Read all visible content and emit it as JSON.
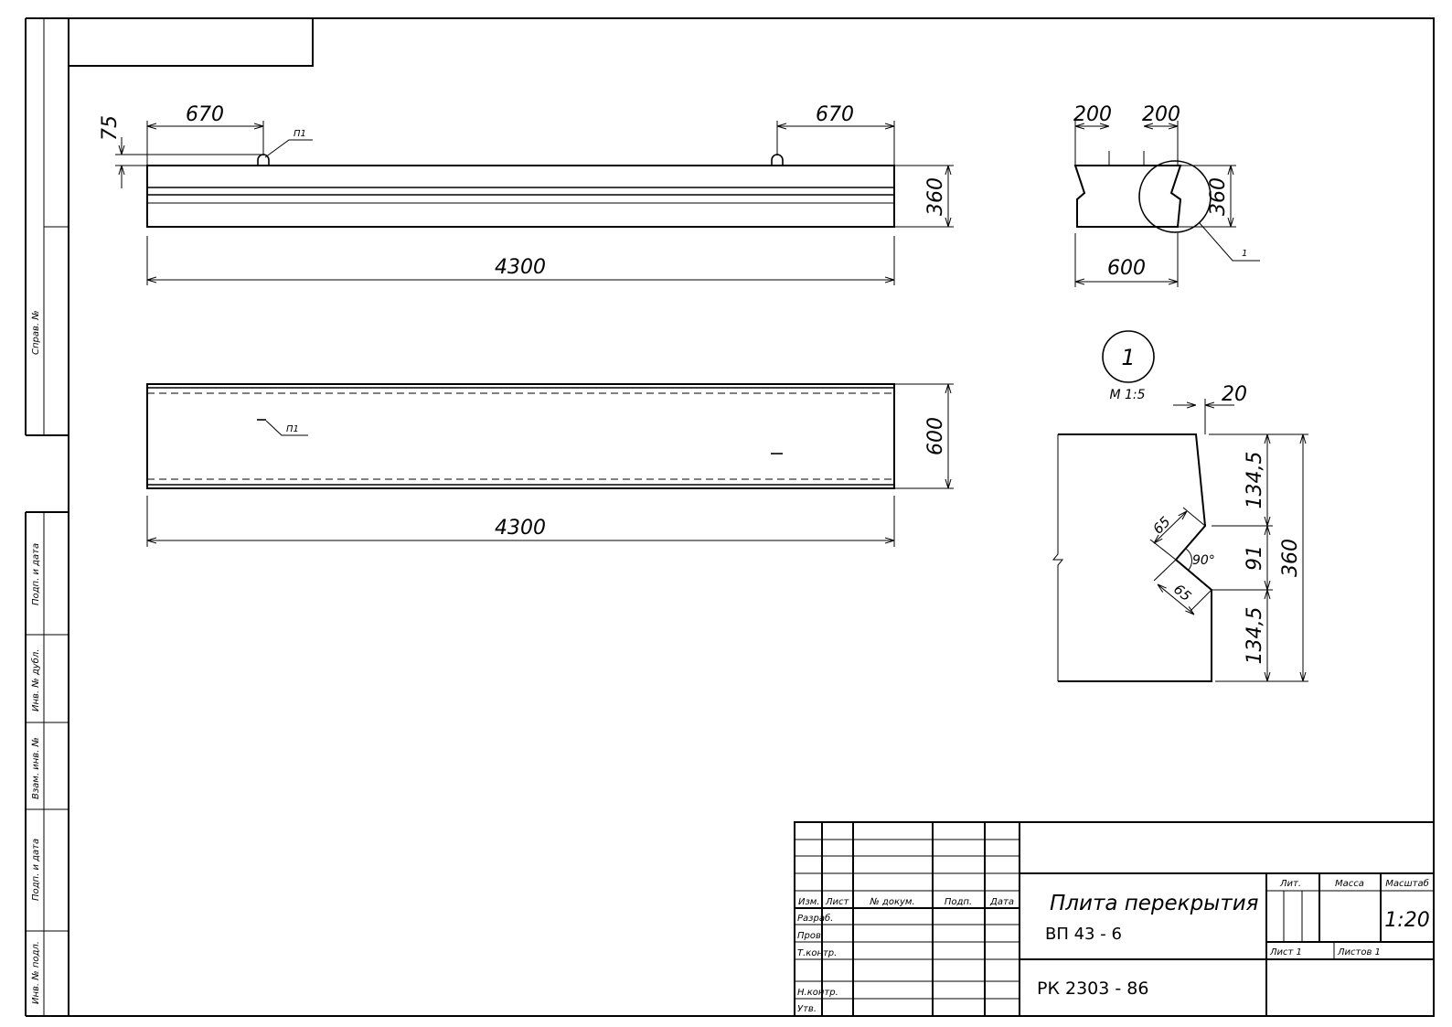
{
  "side_margin_labels": [
    "Справ. №",
    "Подп. и дата",
    "Инв. № дубл.",
    "Взам. инв. №",
    "Подп. и дата",
    "Инв. № подл."
  ],
  "elevation_view": {
    "dim_left_lift": "670",
    "dim_right_lift": "670",
    "dim_offset": "75",
    "dim_height": "360",
    "dim_length": "4300",
    "callout": "П1"
  },
  "plan_view": {
    "dim_width": "600",
    "dim_length": "4300",
    "callout": "П1"
  },
  "section_view": {
    "dim_left": "200",
    "dim_right": "200",
    "dim_height": "360",
    "dim_width": "600",
    "detail_callout": "1"
  },
  "detail_view": {
    "marker": "1",
    "scale": "М 1:5",
    "dim_top": "20",
    "dim_upper": "134,5",
    "dim_mid": "91",
    "dim_lower": "134,5",
    "dim_total": "360",
    "dim_leg_upper": "65",
    "dim_leg_lower": "65",
    "angle": "90°"
  },
  "title_block": {
    "headers": {
      "izm": "Изм.",
      "list": "Лист",
      "doc": "№ докум.",
      "podp": "Подп.",
      "data": "Дата"
    },
    "roles": [
      "Разраб.",
      "Пров.",
      "Т.контр.",
      "",
      "Н.контр.",
      "Утв."
    ],
    "title": "Плита перекрытия",
    "code": "ВП 43 - 6",
    "doc_number": "РК 2303 - 86",
    "lit_label": "Лит.",
    "mass_label": "Масса",
    "scale_label": "Масштаб",
    "scale_value": "1:20",
    "sheet_label": "Лист 1",
    "sheets_label": "Листов 1"
  }
}
